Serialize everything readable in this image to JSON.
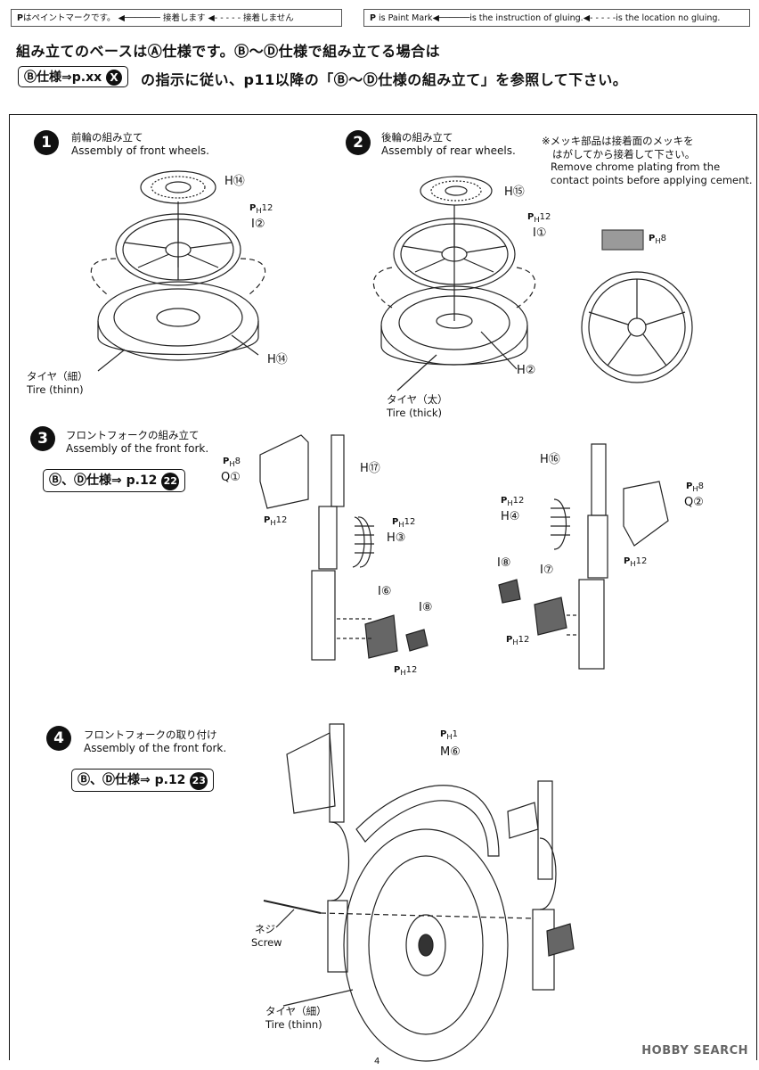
{
  "legend_jp": {
    "paint": "はペイントマークです。",
    "glue": "接着します",
    "no_glue": "接着しません"
  },
  "legend_en": {
    "paint": "is Paint Mark",
    "glue": "is the instruction of gluing.",
    "no_glue": "is the location no gluing."
  },
  "header": {
    "line1": "組み立てのベースはⒶ仕様です。Ⓑ～Ⓓ仕様で組み立てる場合は",
    "ref_box": "Ⓑ仕様⇒p.xx",
    "ref_badge": "X",
    "line2": "の指示に従い、p11以降の「Ⓑ～Ⓓ仕様の組み立て」を参照して下さい。"
  },
  "steps": [
    {
      "num": "1",
      "jp": "前輪の組み立て",
      "en": "Assembly of front wheels."
    },
    {
      "num": "2",
      "jp": "後輪の組み立て",
      "en": "Assembly of rear wheels."
    },
    {
      "num": "3",
      "jp": "フロントフォークの組み立て",
      "en": "Assembly of the front fork.",
      "ref": "Ⓑ、Ⓓ仕様⇒ p.12",
      "ref_badge": "22"
    },
    {
      "num": "4",
      "jp": "フロントフォークの取り付け",
      "en": "Assembly of the front fork.",
      "ref": "Ⓑ、Ⓓ仕様⇒ p.12",
      "ref_badge": "23"
    }
  ],
  "note": {
    "jp1": "※メッキ部品は接着面のメッキを",
    "jp2": "はがしてから接着して下さい。",
    "en1": "Remove chrome plating from the",
    "en2": "contact points before applying cement."
  },
  "labels": {
    "paint_mark": "P",
    "paint_sub": "H",
    "p12": "12",
    "p8": "8",
    "p1": "1",
    "h14": "H⑭",
    "h15": "H⑮",
    "h2": "H②",
    "h3": "H③",
    "h4": "H④",
    "h16": "H⑯",
    "h17": "H⑰",
    "i1": "I①",
    "i2": "I②",
    "i6": "I⑥",
    "i7": "I⑦",
    "i8": "I⑧",
    "q1": "Q①",
    "q2": "Q②",
    "m6": "M⑥",
    "tire_thin_jp": "タイヤ（細）",
    "tire_thin_en": "Tire (thinn)",
    "tire_thick_jp": "タイヤ（太）",
    "tire_thick_en": "Tire (thick)",
    "screw_jp": "ネジ",
    "screw_en": "Screw"
  },
  "footer": {
    "page": "4",
    "watermark": "HOBBY SEARCH"
  }
}
